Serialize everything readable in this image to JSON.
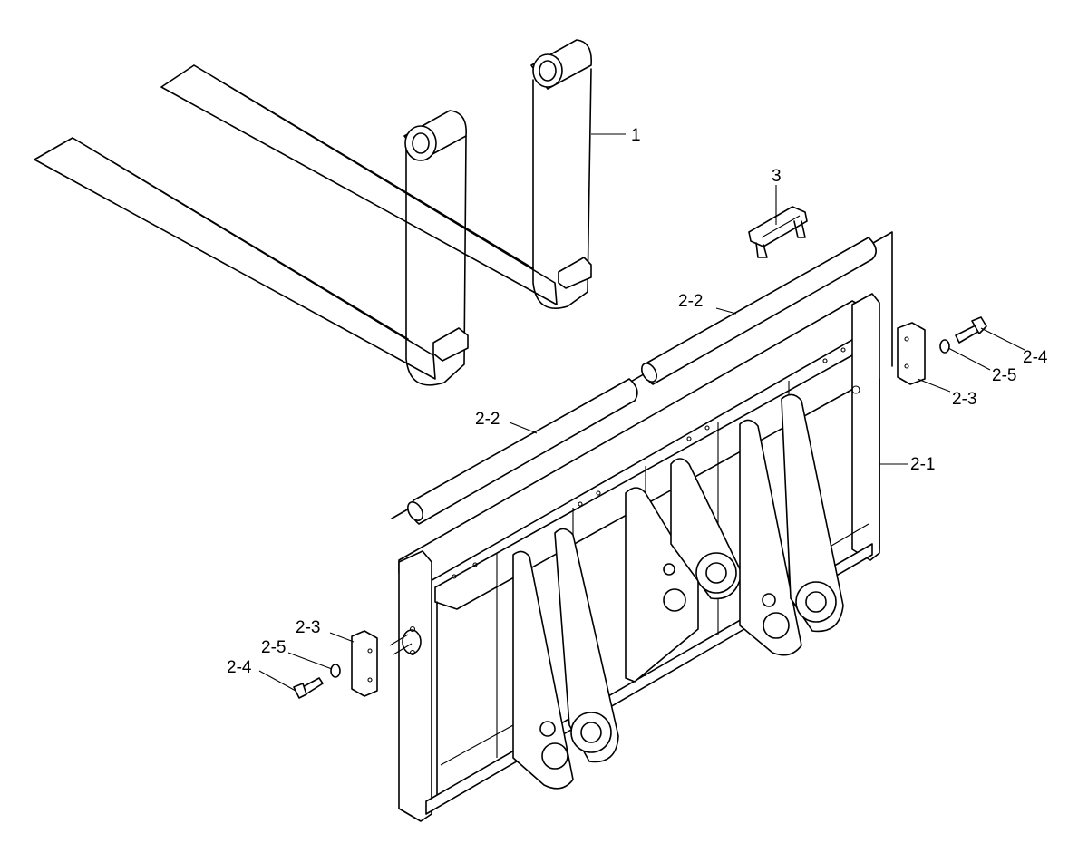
{
  "callouts": {
    "fork": "1",
    "hook": "3",
    "pin_upper": "2-2",
    "pin_lower": "2-2",
    "bolt_right": "2-4",
    "washer_right": "2-5",
    "plate_right": "2-3",
    "carriage_frame": "2-1",
    "plate_left": "2-3",
    "washer_left": "2-5",
    "bolt_left": "2-4"
  },
  "colors": {
    "line": "#000000",
    "background": "#ffffff"
  }
}
